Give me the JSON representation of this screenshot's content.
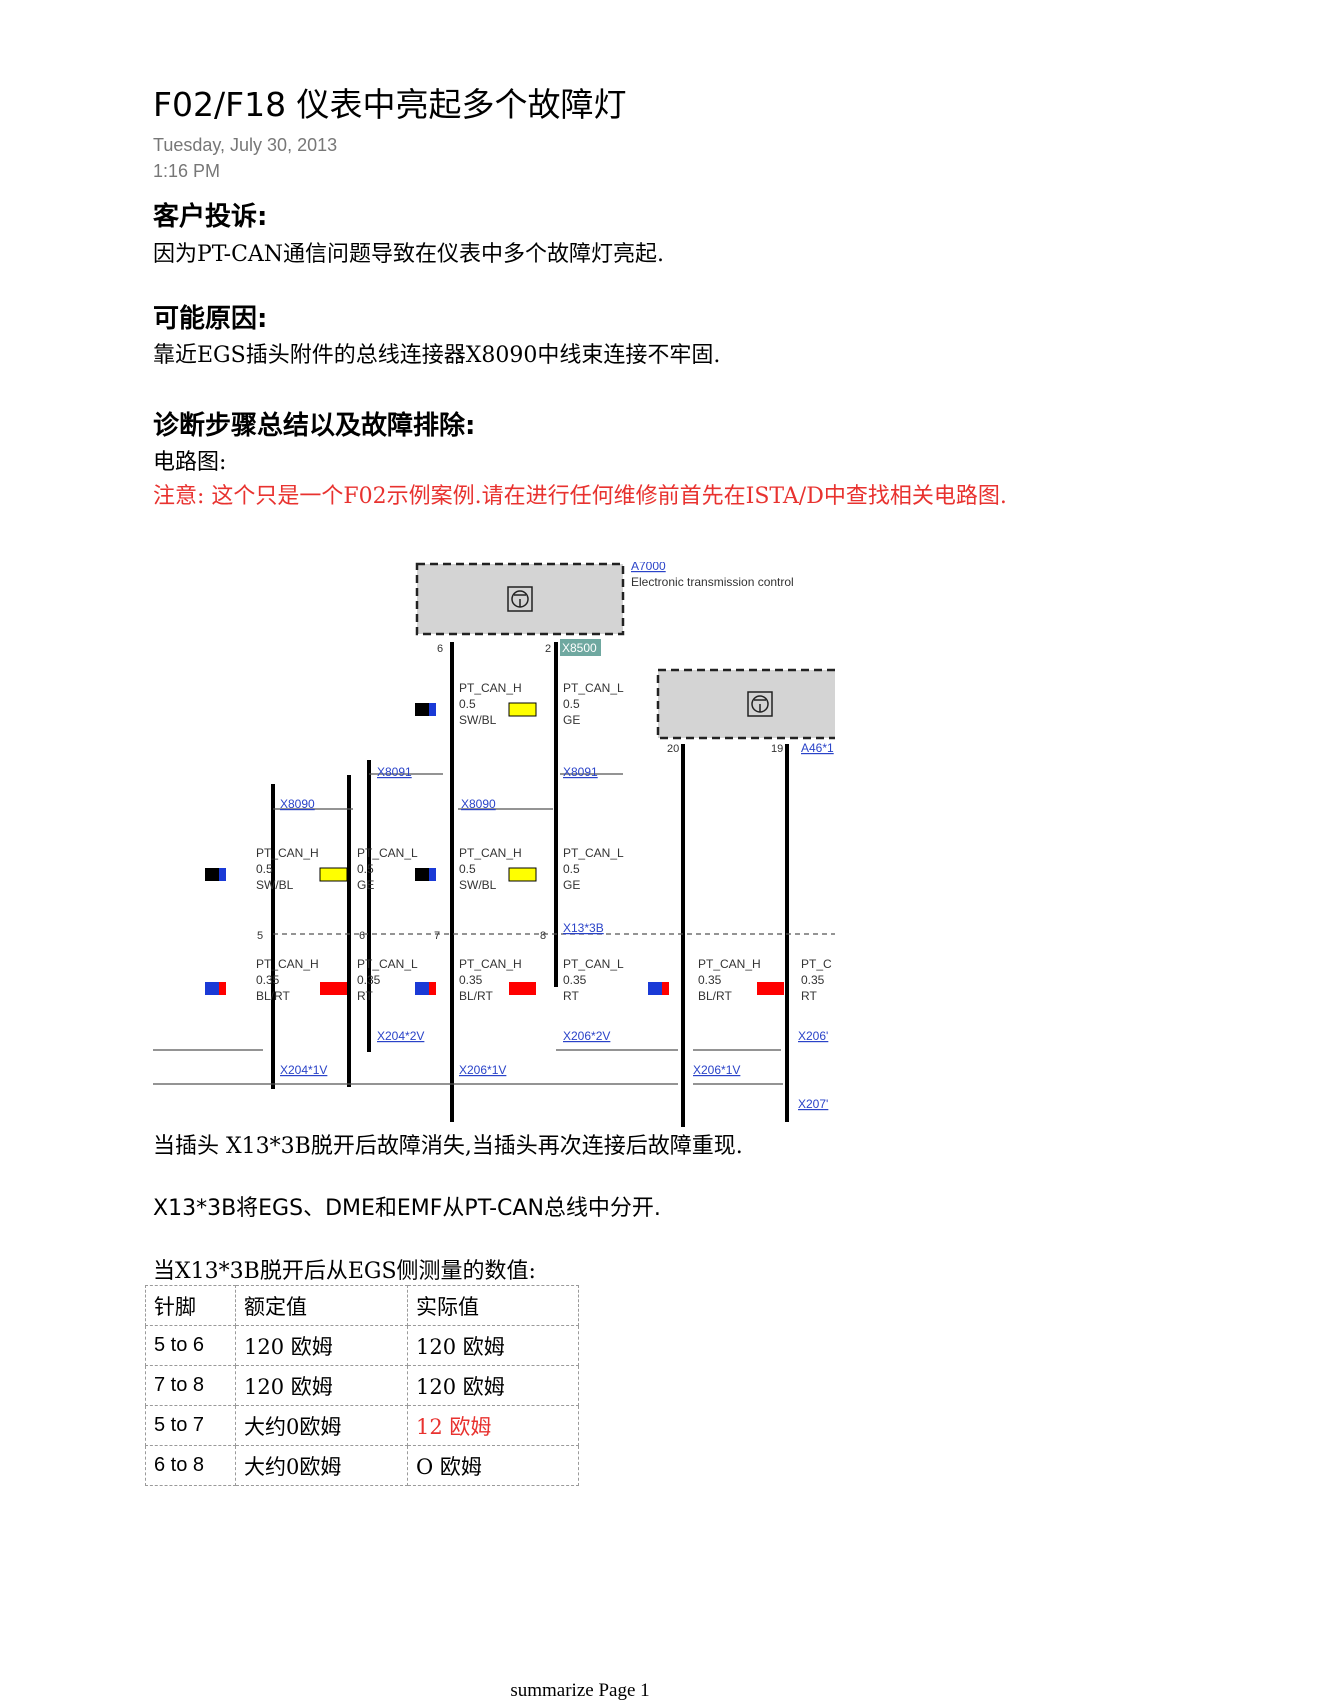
{
  "header": {
    "title": "F02/F18 仪表中亮起多个故障灯",
    "date": "Tuesday, July 30, 2013",
    "time": "1:16 PM"
  },
  "complaint": {
    "heading": "客户投诉:",
    "text": "因为PT-CAN通信问题导致在仪表中多个故障灯亮起."
  },
  "cause": {
    "heading": "可能原因:",
    "text": "靠近EGS插头附件的总线连接器X8090中线束连接不牢固."
  },
  "diagnosis": {
    "heading": "诊断步骤总结以及故障排除:",
    "subheading": "电路图:",
    "note": "注意: 这个只是一个F02示例案例.请在进行任何维修前首先在ISTA/D中查找相关电路图."
  },
  "diagram": {
    "module_id": "A7000",
    "module_desc": "Electronic transmission control",
    "module2_id": "A46*1",
    "connectors": {
      "x8500": "X8500",
      "x8091": "X8091",
      "x8090": "X8090",
      "x13": "X13*3B",
      "x204_2v": "X204*2V",
      "x204_1v": "X204*1V",
      "x206_2v": "X206*2V",
      "x206_1v": "X206*1V",
      "x206_1v_b": "X206*1V",
      "x206_c": "X206'",
      "x207": "X207'"
    },
    "pins": {
      "p6": "6",
      "p2": "2",
      "p20": "20",
      "p19": "19",
      "p5": "5",
      "p6b": "6",
      "p7": "7",
      "p8": "8"
    },
    "wires": {
      "top_h": [
        "PT_CAN_H",
        "0.5",
        "SW/BL"
      ],
      "top_l": [
        "PT_CAN_L",
        "0.5",
        "GE"
      ],
      "mid1_h": [
        "PT_CAN_H",
        "0.5",
        "SW/BL"
      ],
      "mid1_l": [
        "PT_CAN_L",
        "0.5",
        "GE"
      ],
      "mid2_h": [
        "PT_CAN_H",
        "0.5",
        "SW/BL"
      ],
      "mid2_l": [
        "PT_CAN_L",
        "0.5",
        "GE"
      ],
      "low1_h": [
        "PT_CAN_H",
        "0.35",
        "BL/RT"
      ],
      "low1_l": [
        "PT_CAN_L",
        "0.35",
        "RT"
      ],
      "low2_h": [
        "PT_CAN_H",
        "0.35",
        "BL/RT"
      ],
      "low2_l": [
        "PT_CAN_L",
        "0.35",
        "RT"
      ],
      "low3_h": [
        "PT_CAN_H",
        "0.35",
        "BL/RT"
      ],
      "low3_l": [
        "PT_C",
        "0.35",
        "RT"
      ]
    },
    "colors": {
      "black": "#000000",
      "blue": "#1a3ad6",
      "yellow": "#ffff00",
      "red": "#ff0000",
      "module_fill": "#d4d4d4",
      "x8500_fill": "#6fa8a0"
    }
  },
  "observations": {
    "text1": "当插头 X13*3B脱开后故障消失,当插头再次连接后故障重现.",
    "text2": "X13*3B将EGS、DME和EMF从PT-CAN总线中分开.",
    "text3": "当X13*3B脱开后从EGS侧测量的数值:"
  },
  "table": {
    "headers": [
      "针脚",
      "额定值",
      "实际值"
    ],
    "rows": [
      [
        "5 to 6",
        "120 欧姆",
        "120 欧姆"
      ],
      [
        "7 to 8",
        "120 欧姆",
        "120 欧姆"
      ],
      [
        "5 to 7",
        "大约0欧姆",
        "12 欧姆"
      ],
      [
        "6 to 8",
        "大约0欧姆",
        "O 欧姆"
      ]
    ]
  },
  "footer": {
    "text": "summarize Page 1"
  }
}
